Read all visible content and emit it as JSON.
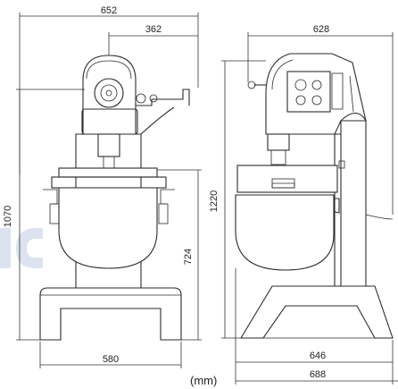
{
  "front_view": {
    "overall_width": "652",
    "arm_width": "362",
    "overall_height": "1070",
    "bowl_height": "724",
    "base_width": "580"
  },
  "side_view": {
    "top_width": "628",
    "overall_height": "1220",
    "base_width": "646",
    "overall_depth": "688"
  },
  "units": "(mm)",
  "colors": {
    "line": "#2b2b2b",
    "watermark": "#dde3ee"
  }
}
